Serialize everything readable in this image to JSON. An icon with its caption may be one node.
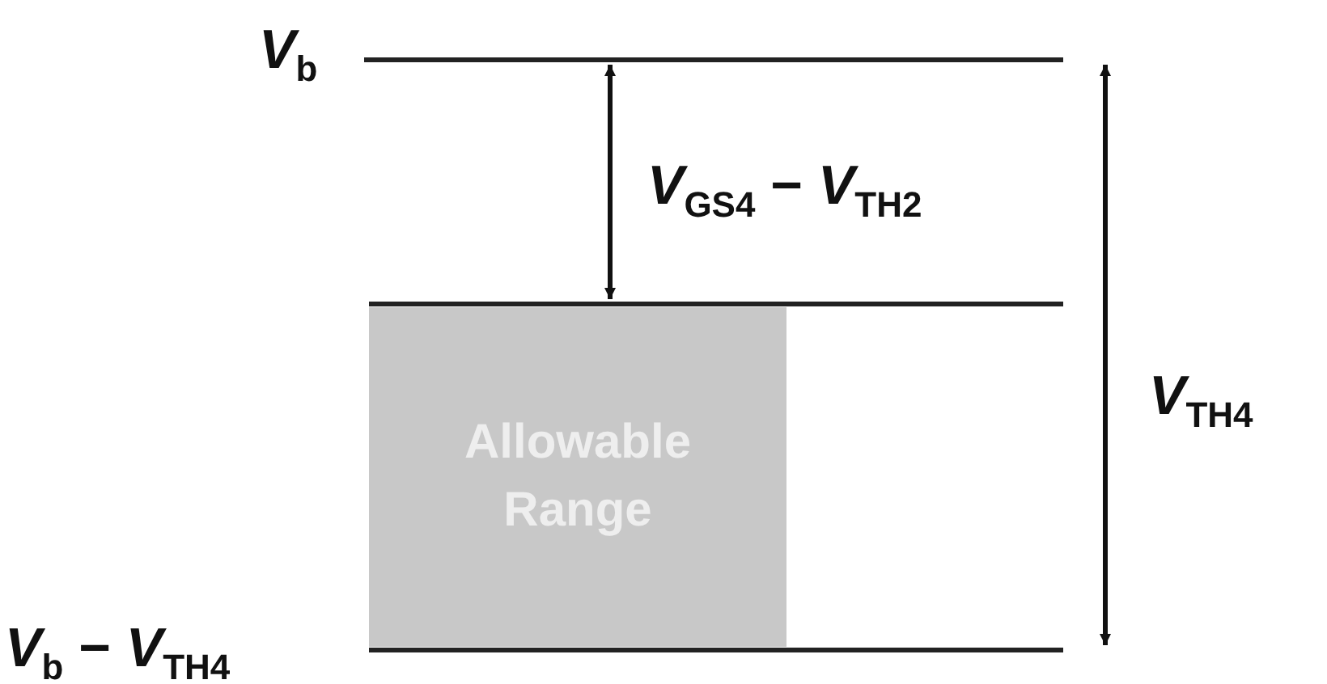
{
  "diagram": {
    "nodes": [
      {
        "text": [
          "Allowable Range"
        ]
      }
    ],
    "labels": [
      "*V*$_{b}$",
      "*V*$_{GS4}$ − *V*$_{TH2}$",
      "*V*$_{TH4}$",
      "*V*$_{b}$ − *V*$_{TH4}$"
    ]
  }
}
